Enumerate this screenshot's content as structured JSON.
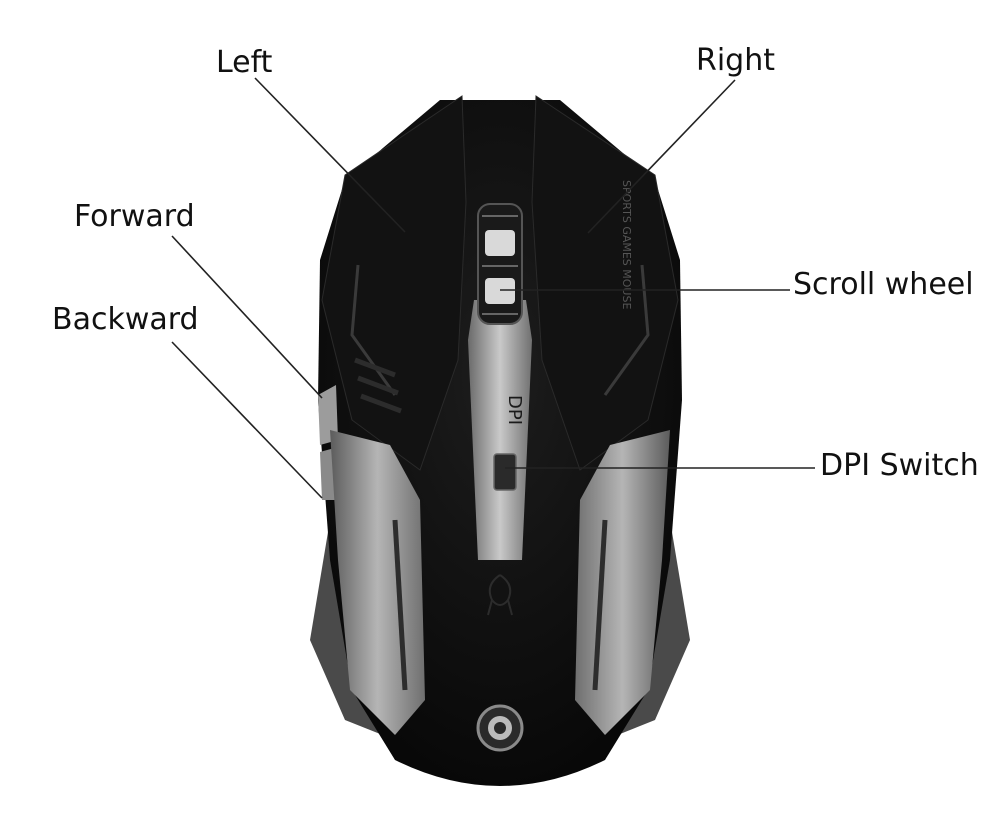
{
  "labels": {
    "left": "Left",
    "right": "Right",
    "forward": "Forward",
    "backward": "Backward",
    "scroll_wheel": "Scroll wheel",
    "dpi_switch": "DPI Switch"
  },
  "mouse": {
    "side_text": "SPORTS GAMES MOUSE",
    "dpi_text": "DPI",
    "body_color": "#0d0d0d",
    "accent_color": "#8a8a8a"
  }
}
